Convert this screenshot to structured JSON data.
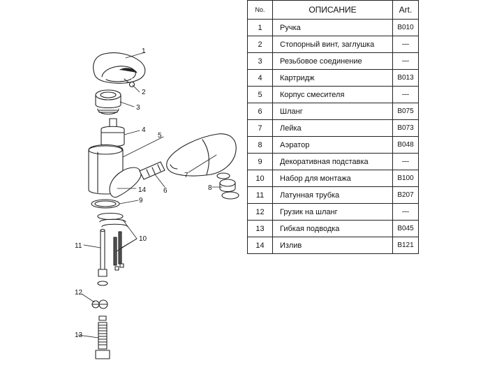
{
  "table": {
    "headers": {
      "no": "No.",
      "description": "ОПИСАНИЕ",
      "art": "Art."
    },
    "rows": [
      {
        "no": "1",
        "description": "Ручка",
        "art": "B010"
      },
      {
        "no": "2",
        "description": "Стопорный винт, заглушка",
        "art": "—"
      },
      {
        "no": "3",
        "description": "Резьбовое соединение",
        "art": "—"
      },
      {
        "no": "4",
        "description": "Картридж",
        "art": "B013"
      },
      {
        "no": "5",
        "description": "Корпус смесителя",
        "art": "—"
      },
      {
        "no": "6",
        "description": "Шланг",
        "art": "B075"
      },
      {
        "no": "7",
        "description": "Лейка",
        "art": "B073"
      },
      {
        "no": "8",
        "description": "Аэратор",
        "art": "B048"
      },
      {
        "no": "9",
        "description": "Декоративная подставка",
        "art": "—"
      },
      {
        "no": "10",
        "description": "Набор для монтажа",
        "art": "B100"
      },
      {
        "no": "11",
        "description": "Латунная трубка",
        "art": "B207"
      },
      {
        "no": "12",
        "description": "Грузик на шланг",
        "art": "—"
      },
      {
        "no": "13",
        "description": "Гибкая подводка",
        "art": "B045"
      },
      {
        "no": "14",
        "description": "Излив",
        "art": "B121"
      }
    ]
  },
  "diagram": {
    "callouts": [
      "1",
      "2",
      "3",
      "4",
      "5",
      "6",
      "7",
      "8",
      "9",
      "10",
      "11",
      "12",
      "13",
      "14"
    ]
  }
}
